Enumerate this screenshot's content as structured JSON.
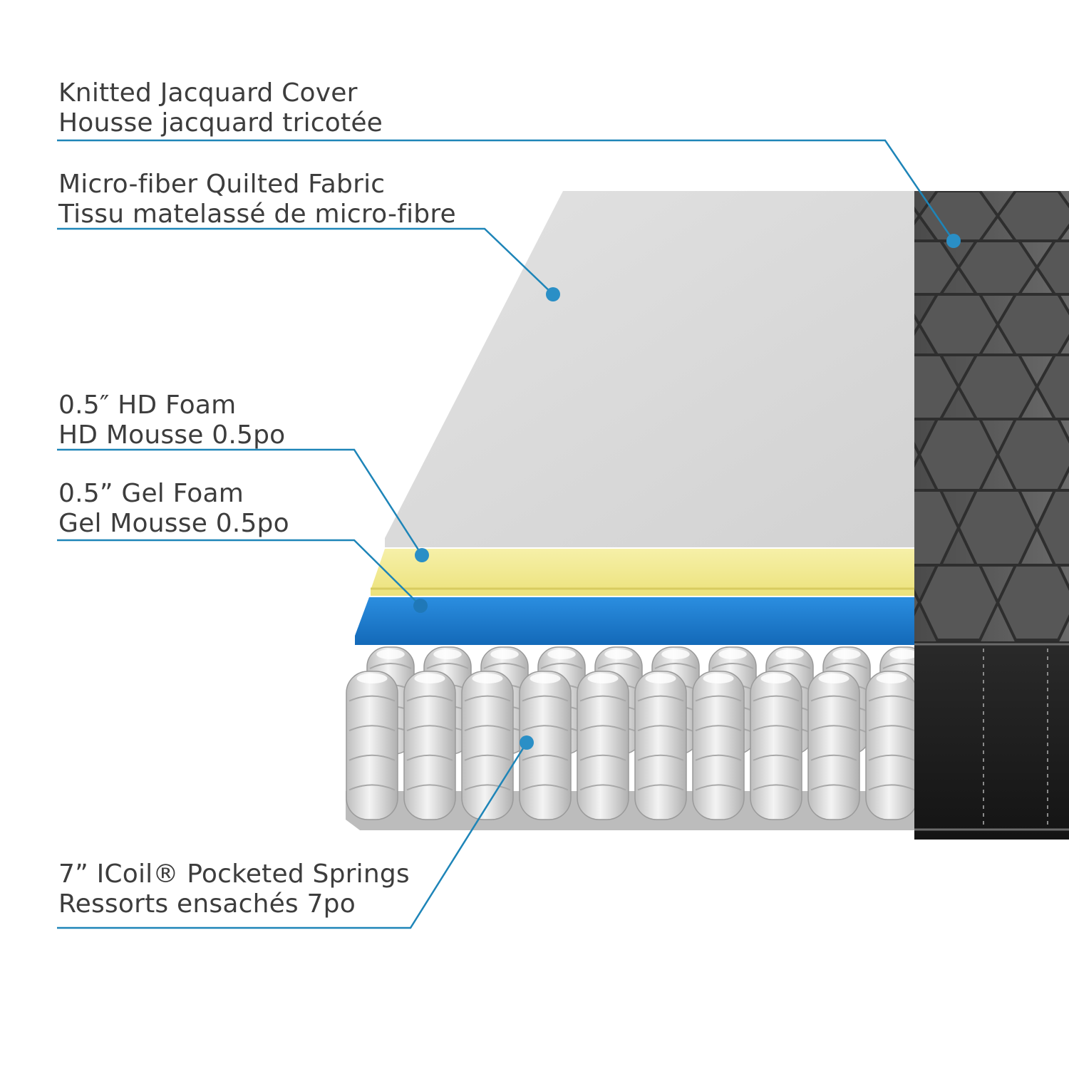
{
  "colors": {
    "leader_line": "#1e85b8",
    "callout_dot": "#2a8fc6",
    "text": "#3d3d3d",
    "quilted_fabric": "#d9d9d9",
    "hd_foam": "#f2ec9a",
    "gel_foam": "#1b7fd6",
    "springs": "#dcdcdc",
    "cover_side": "#5a5a5a",
    "border": "#1f1f1f"
  },
  "layers": [
    {
      "id": "cover",
      "name_en": "Knitted Jacquard Cover",
      "name_fr": "Housse jacquard tricotée"
    },
    {
      "id": "quilted",
      "name_en": "Micro-fiber Quilted Fabric",
      "name_fr": "Tissu matelassé de micro-fibre"
    },
    {
      "id": "hd_foam",
      "name_en": "0.5″ HD Foam",
      "name_fr": "HD Mousse 0.5po"
    },
    {
      "id": "gel_foam",
      "name_en": "0.5” Gel Foam",
      "name_fr": "Gel Mousse 0.5po"
    },
    {
      "id": "springs",
      "name_en": "7” ICoil® Pocketed Springs",
      "name_fr": "Ressorts ensachés 7po"
    }
  ]
}
